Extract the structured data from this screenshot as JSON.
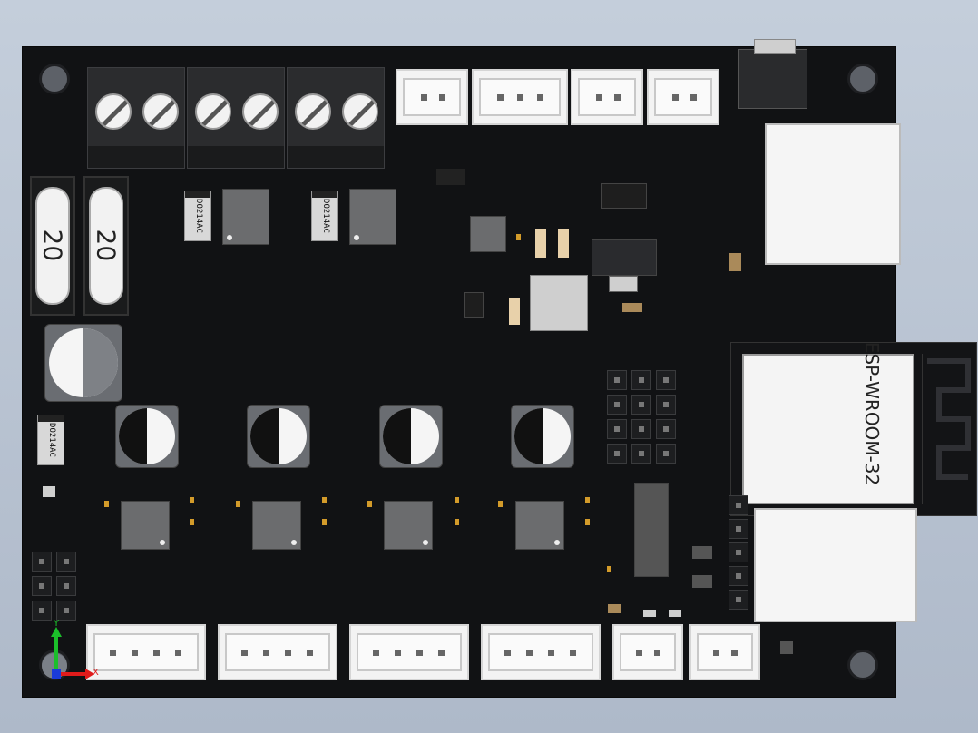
{
  "fuses": [
    {
      "label": "20"
    },
    {
      "label": "20"
    }
  ],
  "diodes": [
    {
      "label": "DO214AC"
    },
    {
      "label": "DO214AC"
    },
    {
      "label": "DO214AC"
    }
  ],
  "module": {
    "label": "ESP-WROOM-32"
  },
  "axes": {
    "x_label": "X",
    "y_label": "Y"
  },
  "colors": {
    "board": "#111214",
    "connector": "#f3f3f3",
    "chip": "#6b6c6e",
    "pad": "#d39b2a",
    "axis_x": "#e01b1b",
    "axis_y": "#1bbf2a",
    "axis_z": "#1b3bd8"
  }
}
